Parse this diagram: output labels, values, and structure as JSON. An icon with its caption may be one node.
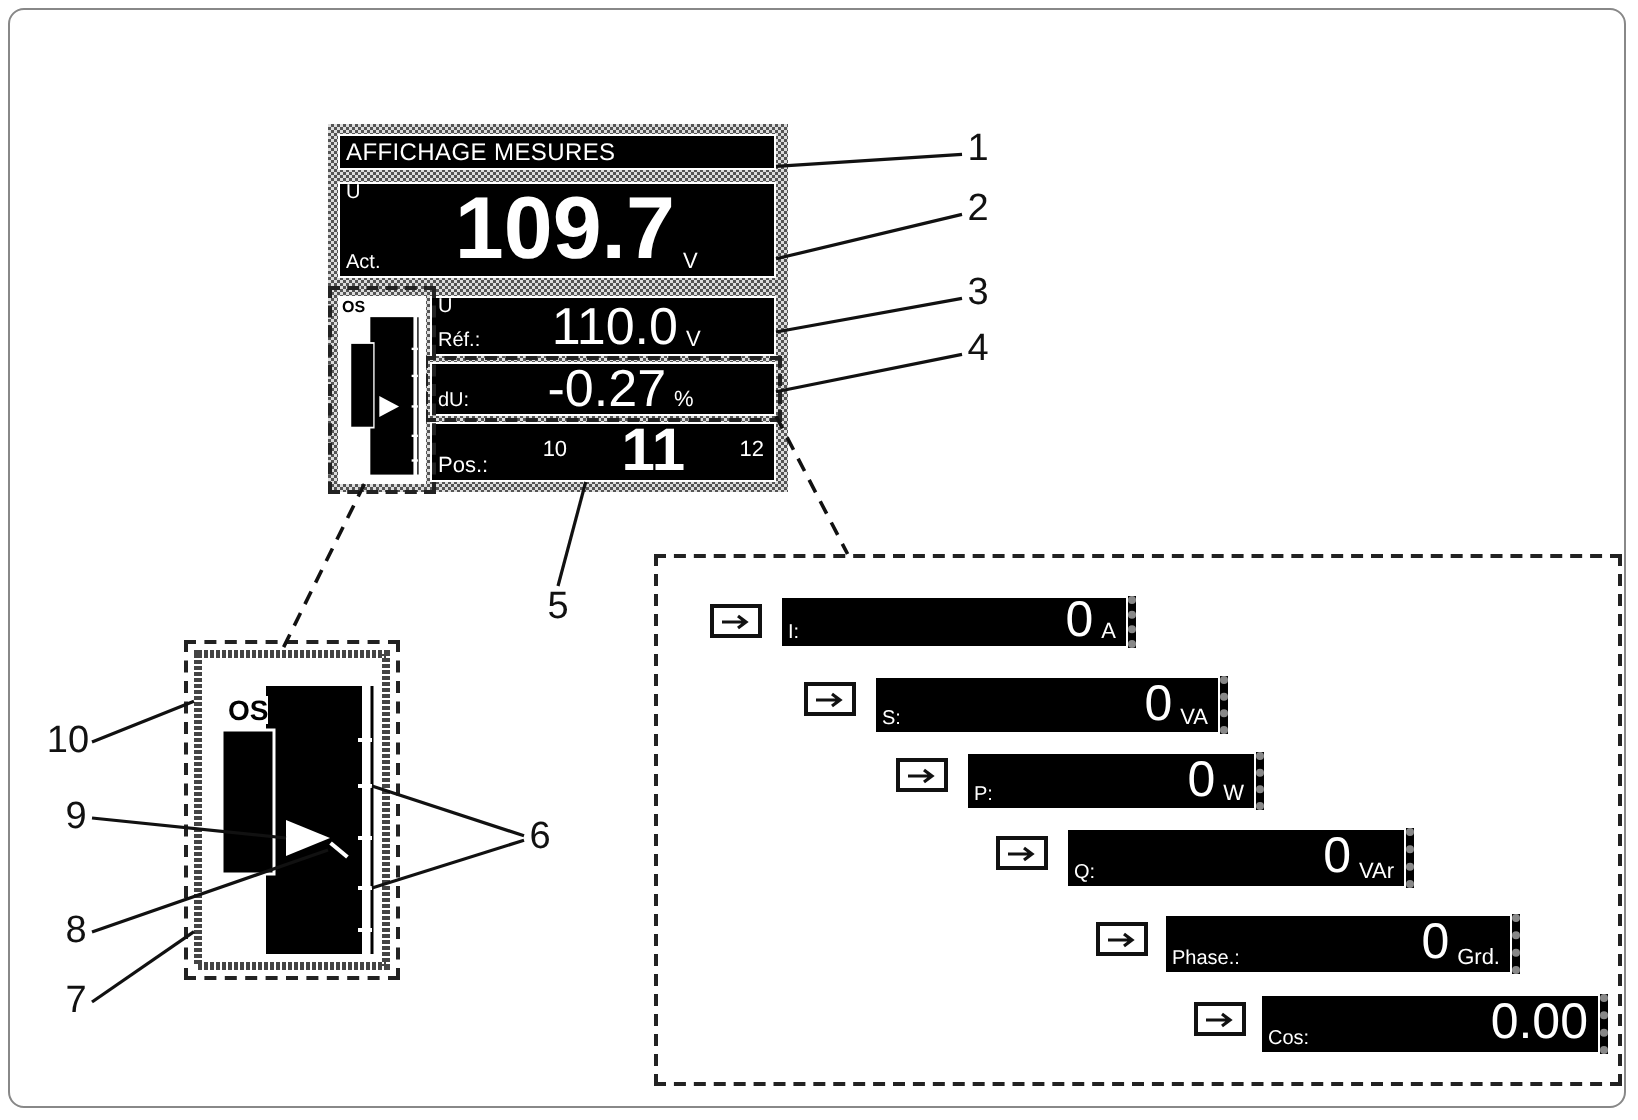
{
  "diagram": {
    "nodes": [
      {
        "text": [],
        "shape": "box"
      },
      {
        "text": [
          "AFFICHAGE MESURES"
        ],
        "in": 0
      },
      {
        "text": [
          "U",
          "Act.",
          "109.7",
          "V"
        ],
        "in": 0
      },
      {
        "text": [
          "U",
          "Réf.:",
          "110.0",
          "V"
        ],
        "in": 0
      },
      {
        "text": [
          "dU:",
          "-0.27",
          "%"
        ],
        "in": 0
      },
      {
        "text": [
          "Pos.:",
          "10",
          "11",
          "12"
        ],
        "in": 0
      },
      {
        "text": [
          "OS"
        ],
        "in": 0
      },
      {
        "text": [
          "OS"
        ]
      },
      {
        "text": [],
        "shape": "box"
      },
      {
        "text": [
          "I:",
          "0",
          "A"
        ],
        "in": 8
      },
      {
        "text": [
          "S:",
          "0",
          "VA"
        ],
        "in": 8
      },
      {
        "text": [
          "P:",
          "0",
          "W"
        ],
        "in": 8
      },
      {
        "text": [
          "Q:",
          "0",
          "VAr"
        ],
        "in": 8
      },
      {
        "text": [
          "Phase.:",
          "0",
          "Grd."
        ],
        "in": 8
      },
      {
        "text": [
          "Cos:",
          "0.00"
        ],
        "in": 8
      },
      {
        "text": [
          "1"
        ]
      },
      {
        "text": [
          "2"
        ]
      },
      {
        "text": [
          "3"
        ]
      },
      {
        "text": [
          "4"
        ]
      },
      {
        "text": [
          "5"
        ]
      },
      {
        "text": [
          "6"
        ]
      },
      {
        "text": [
          "7"
        ]
      },
      {
        "text": [
          "8"
        ]
      },
      {
        "text": [
          "9"
        ]
      },
      {
        "text": [
          "10"
        ]
      },
      {
        "text": [],
        "shape": "bar",
        "in": 7
      },
      {
        "text": [],
        "shape": "bar",
        "in": 7
      },
      {
        "text": [],
        "shape": "line",
        "in": 7
      },
      {
        "text": [],
        "shape": "triangle",
        "in": 7
      }
    ],
    "edges": [
      {
        "from": 15,
        "to": 1,
        "arrow": "none"
      },
      {
        "from": 16,
        "to": 2,
        "arrow": "none"
      },
      {
        "from": 17,
        "to": 3,
        "arrow": "none"
      },
      {
        "from": 18,
        "to": 4,
        "arrow": "none"
      },
      {
        "from": 19,
        "to": 5,
        "arrow": "none"
      },
      {
        "from": 20,
        "to": 25,
        "arrow": "none"
      },
      {
        "from": 20,
        "to": 26,
        "arrow": "none"
      },
      {
        "from": 21,
        "to": 7,
        "arrow": "none"
      },
      {
        "from": 22,
        "to": 27,
        "arrow": "none"
      },
      {
        "from": 23,
        "to": 28,
        "arrow": "none"
      },
      {
        "from": 24,
        "to": 7,
        "arrow": "none"
      },
      {
        "from": 6,
        "to": 7,
        "arrow": "none",
        "style": "dashed"
      },
      {
        "from": 4,
        "to": 8,
        "arrow": "none",
        "style": "dashed"
      }
    ]
  }
}
